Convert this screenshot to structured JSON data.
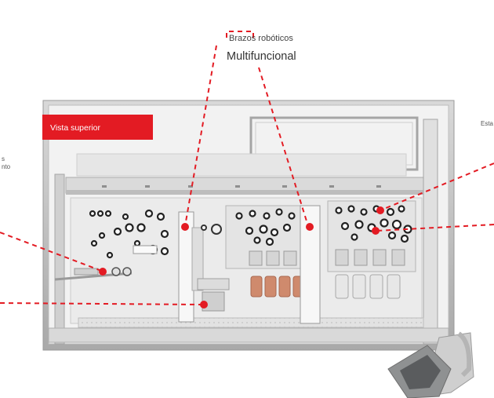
{
  "labels": {
    "arms_small": "Brazos robóticos",
    "arms_big": "Multifuncional",
    "left_line_1": "s",
    "left_line_2": "nto",
    "right_line_1": "Esta",
    "top_view": "Vista superior"
  },
  "colors": {
    "accent": "#e31b23",
    "frame": "#b9b9b9",
    "panel": "#ececec",
    "background": "#ffffff"
  }
}
